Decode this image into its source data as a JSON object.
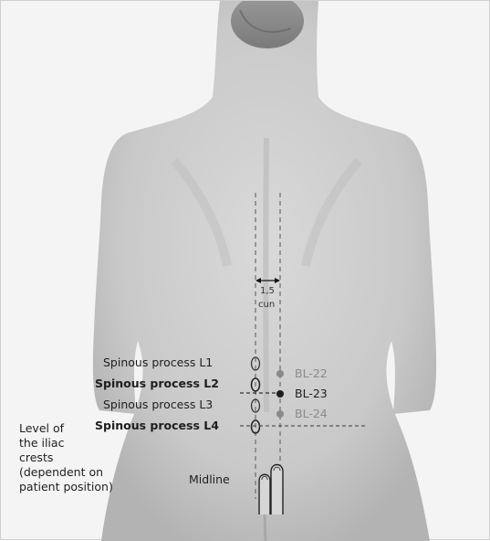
{
  "figure": {
    "spinous_processes": [
      {
        "label": "Spinous process L1",
        "emphasis": "normal"
      },
      {
        "label": "Spinous process L2",
        "emphasis": "bold"
      },
      {
        "label": "Spinous process L3",
        "emphasis": "normal"
      },
      {
        "label": "Spinous process L4",
        "emphasis": "bold"
      }
    ],
    "acupoints": [
      {
        "label": "BL-22",
        "color": "#8a8a8a"
      },
      {
        "label": "BL-23",
        "color": "#1e1e1e"
      },
      {
        "label": "BL-24",
        "color": "#8a8a8a"
      }
    ],
    "distance": {
      "value": "1,5",
      "unit": "cun"
    },
    "iliac_label": [
      "Level of",
      "the iliac",
      "crests",
      "(dependent on",
      "patient position)"
    ],
    "midline_label": "Midline"
  }
}
